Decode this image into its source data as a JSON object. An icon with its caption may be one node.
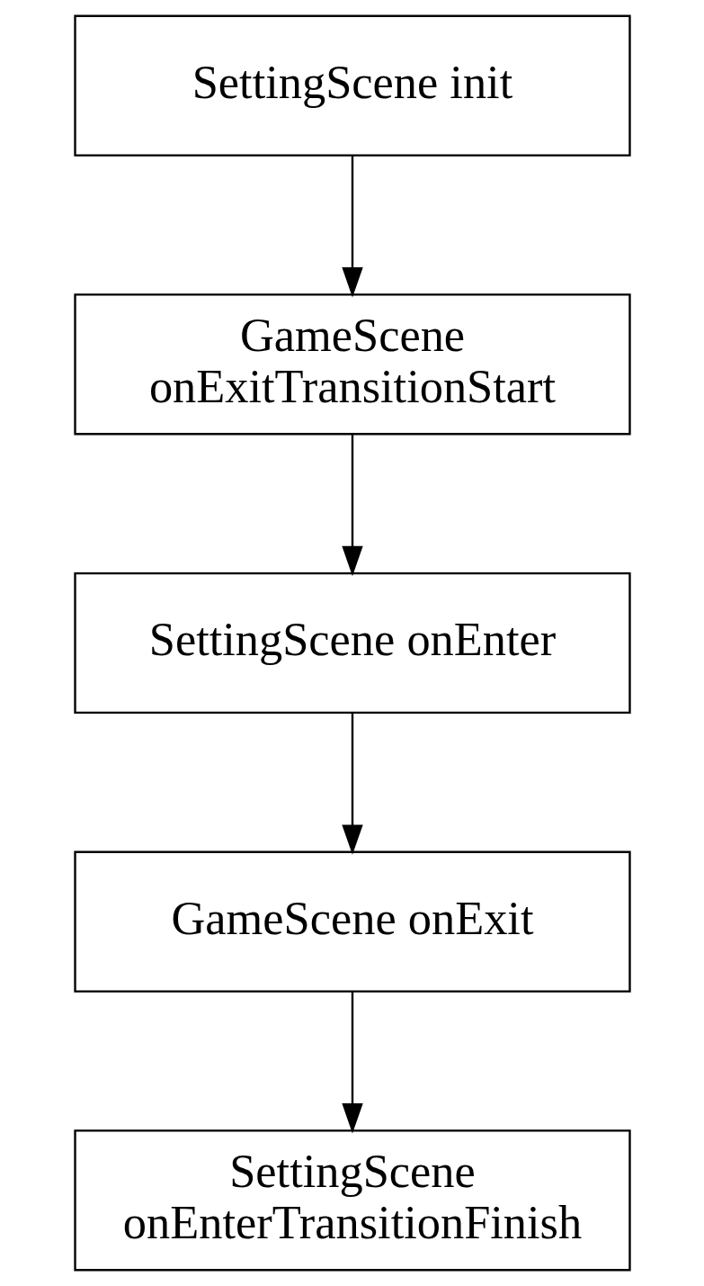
{
  "diagram": {
    "nodes": [
      {
        "text": [
          "SettingScene init"
        ]
      },
      {
        "text": [
          "GameScene onExitTransitionStart"
        ]
      },
      {
        "text": [
          "SettingScene onEnter"
        ]
      },
      {
        "text": [
          "GameScene onExit"
        ]
      },
      {
        "text": [
          "SettingScene onEnterTransitionFinish"
        ]
      }
    ],
    "edges": [
      {
        "from": 0,
        "to": 1,
        "arrow": "to"
      },
      {
        "from": 1,
        "to": 2,
        "arrow": "to"
      },
      {
        "from": 2,
        "to": 3,
        "arrow": "to"
      },
      {
        "from": 3,
        "to": 4,
        "arrow": "to"
      }
    ]
  }
}
